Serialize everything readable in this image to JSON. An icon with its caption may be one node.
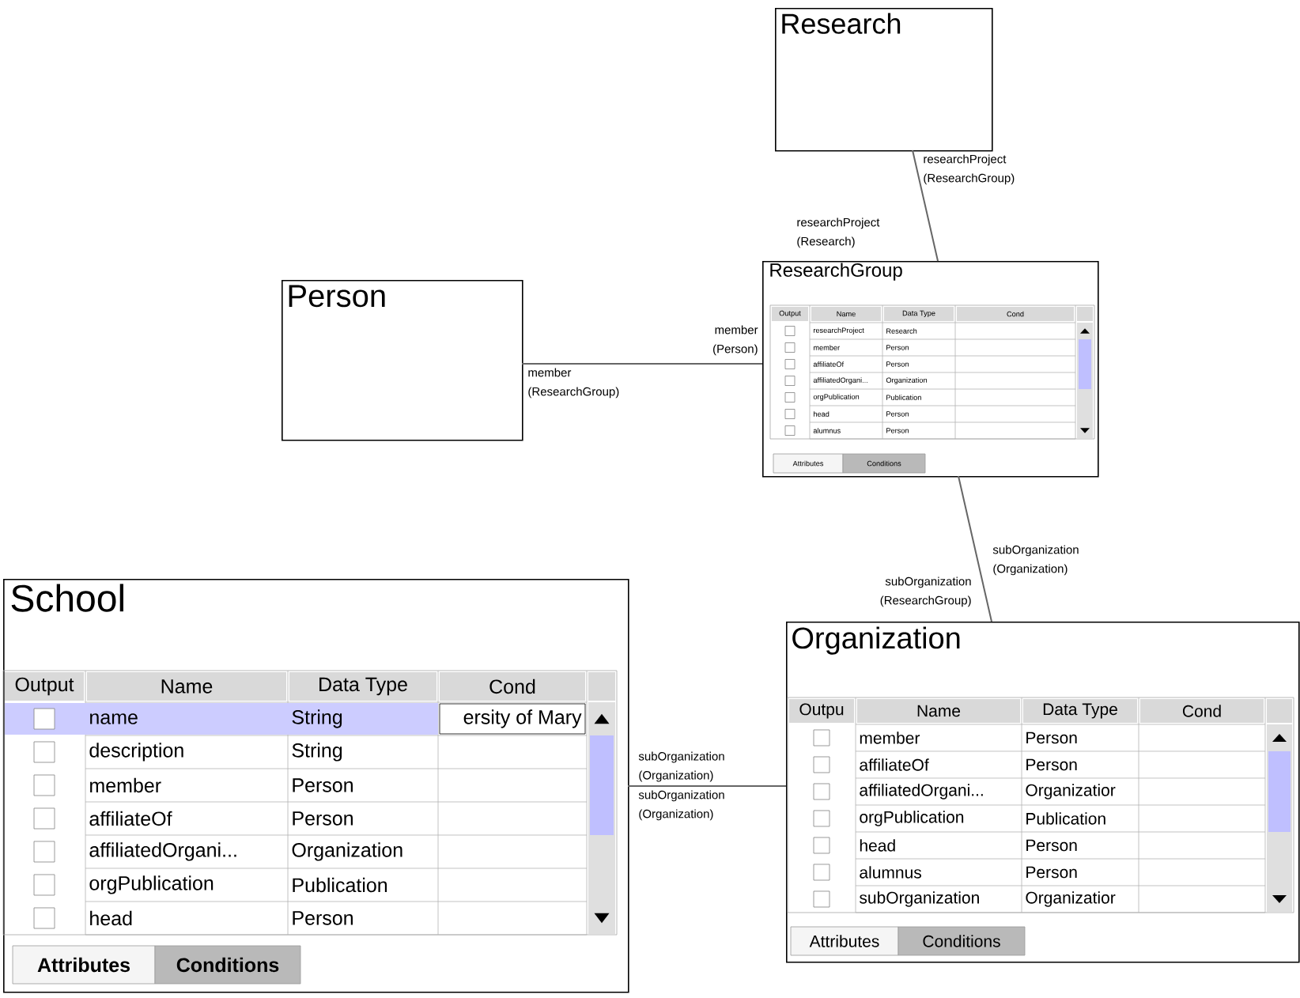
{
  "diagram": {
    "nodes": [
      {
        "text": [
          "Research"
        ]
      },
      {
        "text": [
          "ResearchGroup",
          "Output",
          "Name",
          "Data Type",
          "Cond",
          "researchProject",
          "Research",
          "member",
          "Person",
          "affiliateOf",
          "Person",
          "affiliatedOrgani...",
          "Organization",
          "orgPublication",
          "Publication",
          "head",
          "Person",
          "alumnus",
          "Person",
          "Attributes",
          "Conditions"
        ]
      },
      {
        "text": [
          "Person"
        ]
      },
      {
        "text": [
          "School",
          "Output",
          "Name",
          "Data Type",
          "Cond",
          "name",
          "String",
          "ersity of Mary",
          "description",
          "String",
          "member",
          "Person",
          "affiliateOf",
          "Person",
          "affiliatedOrgani...",
          "Organization",
          "orgPublication",
          "Publication",
          "head",
          "Person",
          "Attributes",
          "Conditions"
        ]
      },
      {
        "text": [
          "Organization",
          "Outpu",
          "Name",
          "Data Type",
          "Cond",
          "member",
          "Person",
          "affiliateOf",
          "Person",
          "affiliatedOrgani...",
          "Organizatior",
          "orgPublication",
          "Publication",
          "head",
          "Person",
          "alumnus",
          "Person",
          "subOrganization",
          "Organizatior",
          "Attributes",
          "Conditions"
        ]
      }
    ],
    "edges": [
      {
        "from": 0,
        "to": 1,
        "arrow": "none"
      },
      {
        "from": 2,
        "to": 1,
        "arrow": "none"
      },
      {
        "from": 1,
        "to": 4,
        "arrow": "none"
      },
      {
        "from": 3,
        "to": 4,
        "arrow": "none"
      }
    ],
    "labels": [
      "researchProject (ResearchGroup)",
      "researchProject (Research)",
      "member (Person)",
      "member (ResearchGroup)",
      "subOrganization (Organization)",
      "subOrganization (ResearchGroup)",
      "subOrganization (Organization)",
      "subOrganization (Organization)"
    ]
  }
}
